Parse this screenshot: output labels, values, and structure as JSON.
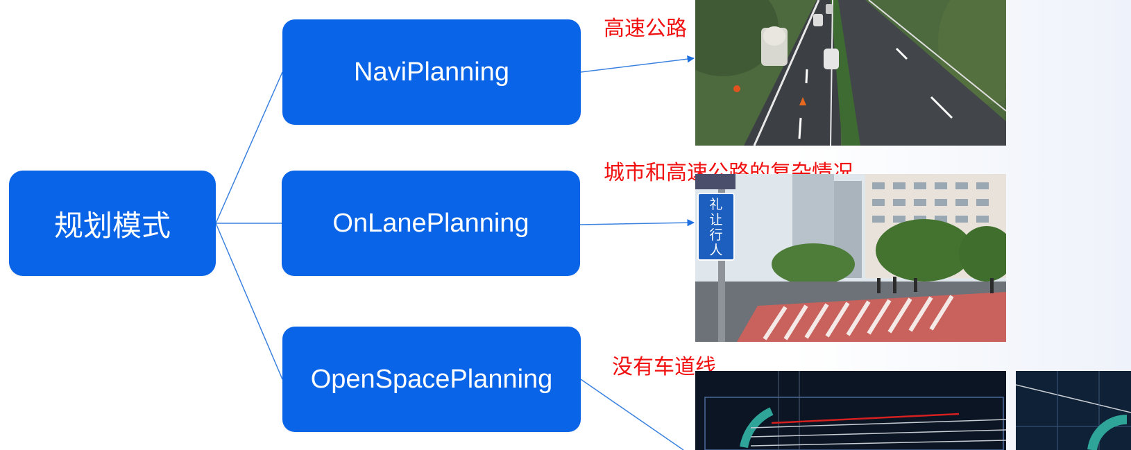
{
  "diagram": {
    "root_label": "规划模式",
    "modes": [
      {
        "label": "NaviPlanning",
        "caption": "高速公路"
      },
      {
        "label": "OnLanePlanning",
        "caption": "城市和高速公路的复杂情况"
      },
      {
        "label": "OpenSpacePlanning",
        "caption": "没有车道线"
      }
    ],
    "sign_text": [
      "礼",
      "让",
      "行",
      "人"
    ]
  },
  "colors": {
    "node_fill": "#0a64e8",
    "node_text": "#ffffff",
    "connector": "#3b82e0",
    "caption": "#f01010"
  },
  "icons": {
    "edge_arrow": "arrowhead",
    "highway_photo": "highway-photo",
    "city_photo": "city-crosswalk-photo",
    "sim_photo": "simulation-screenshot"
  }
}
